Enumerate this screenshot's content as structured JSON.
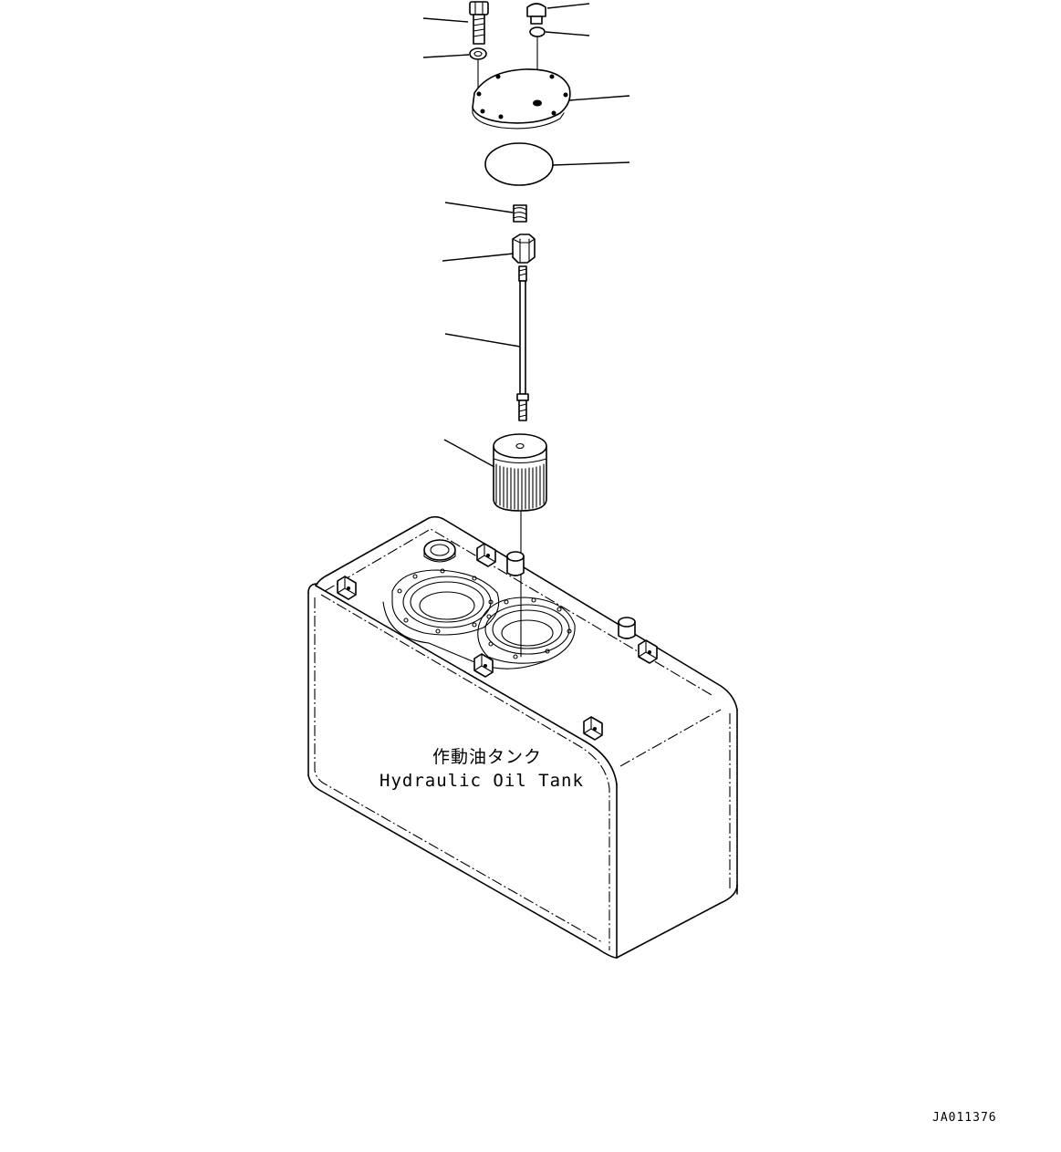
{
  "labels": {
    "tank_jp": "作動油タンク",
    "tank_en": "Hydraulic Oil Tank",
    "drawing_code": "JA011376"
  }
}
